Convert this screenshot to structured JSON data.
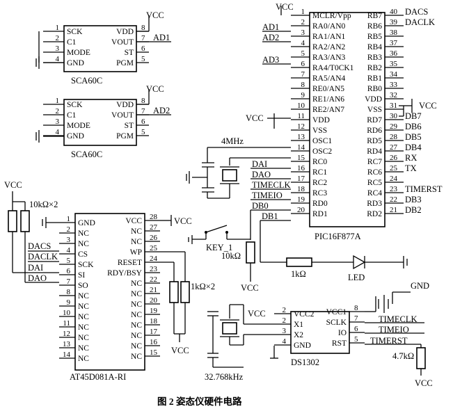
{
  "caption": "图 2   姿态仪硬件电路",
  "sca1": {
    "name": "SCA60C",
    "left": [
      {
        "n": "1",
        "p": "SCK"
      },
      {
        "n": "2",
        "p": "C1"
      },
      {
        "n": "3",
        "p": "MODE"
      },
      {
        "n": "4",
        "p": "GND"
      }
    ],
    "right": [
      {
        "n": "8",
        "p": "VDD"
      },
      {
        "n": "7",
        "p": "VOUT"
      },
      {
        "n": "6",
        "p": "ST"
      },
      {
        "n": "5",
        "p": "PGM"
      }
    ],
    "vcc": "VCC",
    "out": "AD1"
  },
  "sca2": {
    "name": "SCA60C",
    "left": [
      {
        "n": "1",
        "p": "SCK"
      },
      {
        "n": "2",
        "p": "C1"
      },
      {
        "n": "3",
        "p": "MODE"
      },
      {
        "n": "4",
        "p": "GND"
      }
    ],
    "right": [
      {
        "n": "8",
        "p": "VDD"
      },
      {
        "n": "7",
        "p": "VOUT"
      },
      {
        "n": "6",
        "p": "ST"
      },
      {
        "n": "5",
        "p": "PGM"
      }
    ],
    "vcc": "VCC",
    "out": "AD2"
  },
  "pic": {
    "name": "PIC16F877A",
    "left": [
      {
        "n": "1",
        "p": "MCLR/Vpp"
      },
      {
        "n": "2",
        "p": "RA0/AN0"
      },
      {
        "n": "3",
        "p": "RA1/AN1"
      },
      {
        "n": "4",
        "p": "RA2/AN2"
      },
      {
        "n": "5",
        "p": "RA3/AN3"
      },
      {
        "n": "6",
        "p": "RA4/T0CK1"
      },
      {
        "n": "7",
        "p": "RA5/AN4"
      },
      {
        "n": "8",
        "p": "RE0/AN5"
      },
      {
        "n": "9",
        "p": "RE1/AN6"
      },
      {
        "n": "10",
        "p": "RE2/AN7"
      },
      {
        "n": "11",
        "p": "VDD"
      },
      {
        "n": "12",
        "p": "VSS"
      },
      {
        "n": "13",
        "p": "OSC1"
      },
      {
        "n": "14",
        "p": "OSC2"
      },
      {
        "n": "15",
        "p": "RC0"
      },
      {
        "n": "16",
        "p": "RC1"
      },
      {
        "n": "17",
        "p": "RC2"
      },
      {
        "n": "18",
        "p": "RC3"
      },
      {
        "n": "19",
        "p": "RD0"
      },
      {
        "n": "20",
        "p": "RD1"
      }
    ],
    "right": [
      {
        "n": "40",
        "p": "RB7",
        "s": "DACS"
      },
      {
        "n": "39",
        "p": "RB6",
        "s": "DACLK"
      },
      {
        "n": "38",
        "p": "RB5",
        "s": ""
      },
      {
        "n": "37",
        "p": "RB4",
        "s": ""
      },
      {
        "n": "36",
        "p": "RB3",
        "s": ""
      },
      {
        "n": "35",
        "p": "RB2",
        "s": ""
      },
      {
        "n": "34",
        "p": "RB1",
        "s": ""
      },
      {
        "n": "33",
        "p": "RB0",
        "s": ""
      },
      {
        "n": "32",
        "p": "VDD",
        "s": "VCC"
      },
      {
        "n": "31",
        "p": "VSS",
        "s": ""
      },
      {
        "n": "30",
        "p": "RD7",
        "s": "DB7"
      },
      {
        "n": "29",
        "p": "RD6",
        "s": "DB6"
      },
      {
        "n": "28",
        "p": "RD5",
        "s": "DB5"
      },
      {
        "n": "27",
        "p": "RD4",
        "s": "DB4"
      },
      {
        "n": "26",
        "p": "RC7",
        "s": "RX"
      },
      {
        "n": "25",
        "p": "RC6",
        "s": "TX"
      },
      {
        "n": "24",
        "p": "RC5",
        "s": ""
      },
      {
        "n": "23",
        "p": "RC4",
        "s": "TIMERST"
      },
      {
        "n": "22",
        "p": "RD3",
        "s": "DB3"
      },
      {
        "n": "21",
        "p": "RD2",
        "s": "DB2"
      }
    ],
    "left_signals": {
      "ad1": "AD1",
      "ad2": "AD2",
      "ad3": "AD3",
      "vcc_top": "VCC",
      "vcc_mid": "VCC",
      "dai": "DAI",
      "dao": "DAO",
      "timeclk": "TIMECLK",
      "timeio": "TIMEIO",
      "db0": "DB0",
      "db1": "DB1"
    },
    "crystal": "4MHz"
  },
  "flash": {
    "name": "AT45D081A-RI",
    "left": [
      {
        "n": "1",
        "p": "GND"
      },
      {
        "n": "2",
        "p": "NC"
      },
      {
        "n": "3",
        "p": "NC"
      },
      {
        "n": "4",
        "p": "CS"
      },
      {
        "n": "5",
        "p": "SCK"
      },
      {
        "n": "6",
        "p": "SI"
      },
      {
        "n": "7",
        "p": "SO"
      },
      {
        "n": "8",
        "p": "NC"
      },
      {
        "n": "9",
        "p": "NC"
      },
      {
        "n": "10",
        "p": "NC"
      },
      {
        "n": "11",
        "p": "NC"
      },
      {
        "n": "12",
        "p": "NC"
      },
      {
        "n": "13",
        "p": "NC"
      },
      {
        "n": "14",
        "p": "NC"
      }
    ],
    "right": [
      {
        "n": "28",
        "p": "VCC"
      },
      {
        "n": "27",
        "p": "NC"
      },
      {
        "n": "26",
        "p": "NC"
      },
      {
        "n": "25",
        "p": "WP"
      },
      {
        "n": "24",
        "p": "RESET"
      },
      {
        "n": "23",
        "p": "RDY/BSY"
      },
      {
        "n": "22",
        "p": "NC"
      },
      {
        "n": "21",
        "p": "NC"
      },
      {
        "n": "20",
        "p": "NC"
      },
      {
        "n": "19",
        "p": "NC"
      },
      {
        "n": "18",
        "p": "NC"
      },
      {
        "n": "17",
        "p": "NC"
      },
      {
        "n": "16",
        "p": "NC"
      },
      {
        "n": "15",
        "p": "NC"
      }
    ],
    "signals": {
      "dacs": "DACS",
      "daclk": "DACLK",
      "dai": "DAI",
      "dao": "DAO"
    },
    "vcc_left": "VCC",
    "vcc_right": "VCC",
    "vcc_bottom": "VCC",
    "res_left": "10kΩ×2",
    "res_right": "1kΩ×2"
  },
  "rtc": {
    "name": "DS1302",
    "left": [
      {
        "n": "2",
        "p": "VCC2"
      },
      {
        "n": "2",
        "p": "X1"
      },
      {
        "n": "3",
        "p": "X2"
      },
      {
        "n": "4",
        "p": "GND"
      }
    ],
    "right": [
      {
        "n": "8",
        "p": "VCC1"
      },
      {
        "n": "7",
        "p": "SCLK"
      },
      {
        "n": "6",
        "p": "IO"
      },
      {
        "n": "5",
        "p": "RST"
      }
    ],
    "signals": {
      "timeclk": "TIMECLK",
      "timeio": "TIMEIO",
      "timerst": "TIMERST"
    },
    "vcc": "VCC",
    "gnd": "GND",
    "vcc_bottom": "VCC",
    "res": "4.7kΩ",
    "crystal": "32.768kHz"
  },
  "misc": {
    "key": "KEY_1",
    "res_key": "10kΩ",
    "vcc_key": "VCC",
    "res_led": "1kΩ",
    "led": "LED"
  }
}
